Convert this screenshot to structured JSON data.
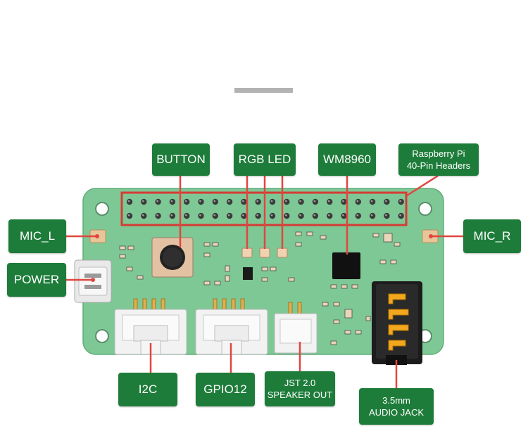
{
  "labels": {
    "button": "BUTTON",
    "rgb_led": "RGB LED",
    "wm8960": "WM8960",
    "rpi_line1": "Raspberry Pi",
    "rpi_line2": "40-Pin Headers",
    "mic_l": "MIC_L",
    "mic_r": "MIC_R",
    "power": "POWER",
    "i2c": "I2C",
    "gpio12": "GPIO12",
    "jst_line1": "JST 2.0",
    "jst_line2": "SPEAKER OUT",
    "jack_line1": "3.5mm",
    "jack_line2": "AUDIO JACK"
  },
  "colors": {
    "label_bg": "#1e7c3a",
    "board": "#7ec896",
    "leader": "#e0463f",
    "header": "#d63b34"
  }
}
